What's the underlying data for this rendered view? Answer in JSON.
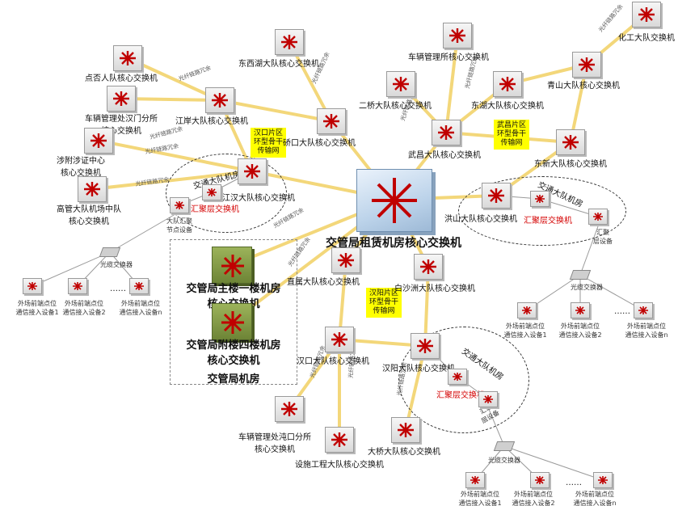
{
  "core": {
    "label": "交管局租赁机房核心交换机"
  },
  "green": {
    "main_building": [
      "交管局主楼一楼机房",
      "核心交换机"
    ],
    "annex": [
      "交管局附楼四楼机房",
      "核心交换机"
    ],
    "room_label": "交管局机房"
  },
  "rings": {
    "hankou": [
      "汉口片区",
      "环型骨干",
      "传输网"
    ],
    "wuchang": [
      "武昌片区",
      "环型骨干",
      "传输网"
    ],
    "hanyang": [
      "汉阳片区",
      "环型骨干",
      "传输网"
    ]
  },
  "nodes": {
    "dianan": "点否人队核心交换机",
    "dongxihu": "东西湖大队核心交换机",
    "jiangan": "江岸大队核心交换机",
    "chedengji_hankou": [
      "车辆管理处汉门分所",
      "核心交换机"
    ],
    "shejing": [
      "涉附涉证中心",
      "核心交换机"
    ],
    "gaoguan": [
      "高管大队机场中队",
      "核心交换机"
    ],
    "qiaokou": "硚口大队核心交换机",
    "jianghan": "江汉大队核心交换机",
    "chedengji": "车辆管理所核心交换机",
    "erqi": "二桥大队核心交换机",
    "donghu": "东湖大队核心交换机",
    "wuchang": "武昌大队核心交换机",
    "huagong": "化工大队交换机",
    "qingshan": "青山大队核心交换机",
    "dongxin": "东新大队核心交换机",
    "hongshan": "洪山大队核心交换机",
    "zhiyuan": "直属大队核心交换机",
    "baishazhou": "白沙洲大队核心交换机",
    "hankou_bottom": "汉口大队核心交换机",
    "hanyang": "汉阳大队核心交换机",
    "chedengji_shekou": [
      "车辆管理处沌口分所",
      "核心交换机"
    ],
    "sheshi": "设施工程大队核心交换机",
    "daqiao": "大桥大队核心交换机"
  },
  "field_rooms": {
    "left_room": "交通大队机房",
    "right_room": "交通大队机房",
    "bottom_room": "交通大队机房",
    "agg": "汇聚层交换机",
    "left_node": [
      "大队汇聚",
      "节点设备"
    ],
    "right_node": [
      "汇聚",
      "层设备"
    ],
    "bottom_node": [
      "汇聚",
      "层设备"
    ]
  },
  "access": {
    "switch": "光缆交换器",
    "dev1": [
      "外场前端点位",
      "通信接入设备1"
    ],
    "dev2": [
      "外场前端点位",
      "通信接入设备2"
    ],
    "devn": [
      "外场前端点位",
      "通信接入设备n"
    ],
    "dots": "……"
  },
  "link_text": "光纤链路冗余"
}
